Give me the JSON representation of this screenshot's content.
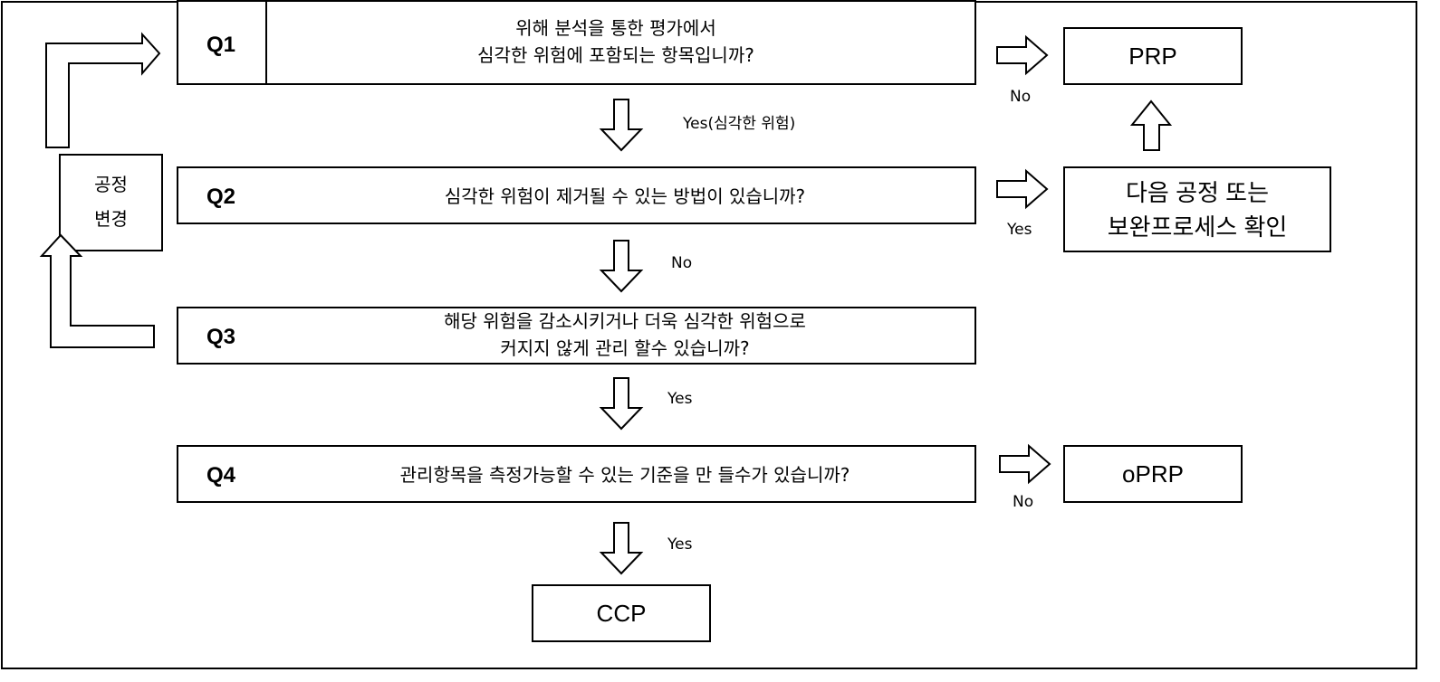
{
  "q1": {
    "label": "Q1",
    "text": "위해 분석을 통한 평가에서\n심각한 위험에 포함되는 항목입니까?"
  },
  "q2": {
    "label": "Q2",
    "text": "심각한 위험이 제거될 수 있는 방법이 있습니까?"
  },
  "q3": {
    "label": "Q3",
    "text": "해당 위험을 감소시키거나 더욱 심각한 위험으로\n커지지 않게 관리 할수 있습니까?"
  },
  "q4": {
    "label": "Q4",
    "text": "관리항목을 측정가능할 수 있는 기준을 만 들수가 있습니까?"
  },
  "process_change": "공정\n변경",
  "results": {
    "prp": "PRP",
    "next_process": "다음 공정 또는\n보완프로세스 확인",
    "oprp": "oPRP",
    "ccp": "CCP"
  },
  "edge_labels": {
    "q1_yes": "Yes(심각한 위험)",
    "q1_no": "No",
    "q2_no": "No",
    "q2_yes": "Yes",
    "q3_yes": "Yes",
    "q4_no": "No",
    "q4_yes": "Yes"
  }
}
